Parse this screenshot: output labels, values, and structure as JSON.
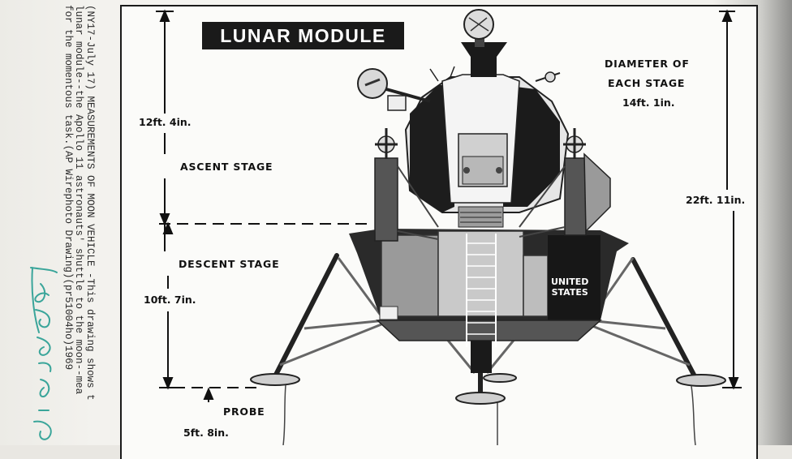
{
  "caption_lines": [
    "(NY17-July 17) MEASUREMENTS OF MOON VEHICLE -This drawing shows t",
    "lunar module--the Apollo 11 astronauts' shuttle to the moon--mea",
    "for the momentous task.(AP Wirephoto Drawing)(pr51004ho)1969"
  ],
  "handwriting": "Landing - July",
  "title": "LUNAR MODULE",
  "labels": {
    "ascent_stage": "ASCENT STAGE",
    "descent_stage": "DESCENT STAGE",
    "probe": "PROBE",
    "diameter_line1": "DIAMETER OF",
    "diameter_line2": "EACH STAGE",
    "united_line1": "UNITED",
    "united_line2": "STATES"
  },
  "dimensions": {
    "ascent_height": "12ft. 4in.",
    "descent_height": "10ft. 7in.",
    "probe_length": "5ft. 8in.",
    "stage_diameter": "14ft. 1in.",
    "total_height": "22ft. 11in."
  },
  "colors": {
    "ink": "#111111",
    "paper": "#f6f5f2",
    "handwriting": "#3aa59a"
  }
}
